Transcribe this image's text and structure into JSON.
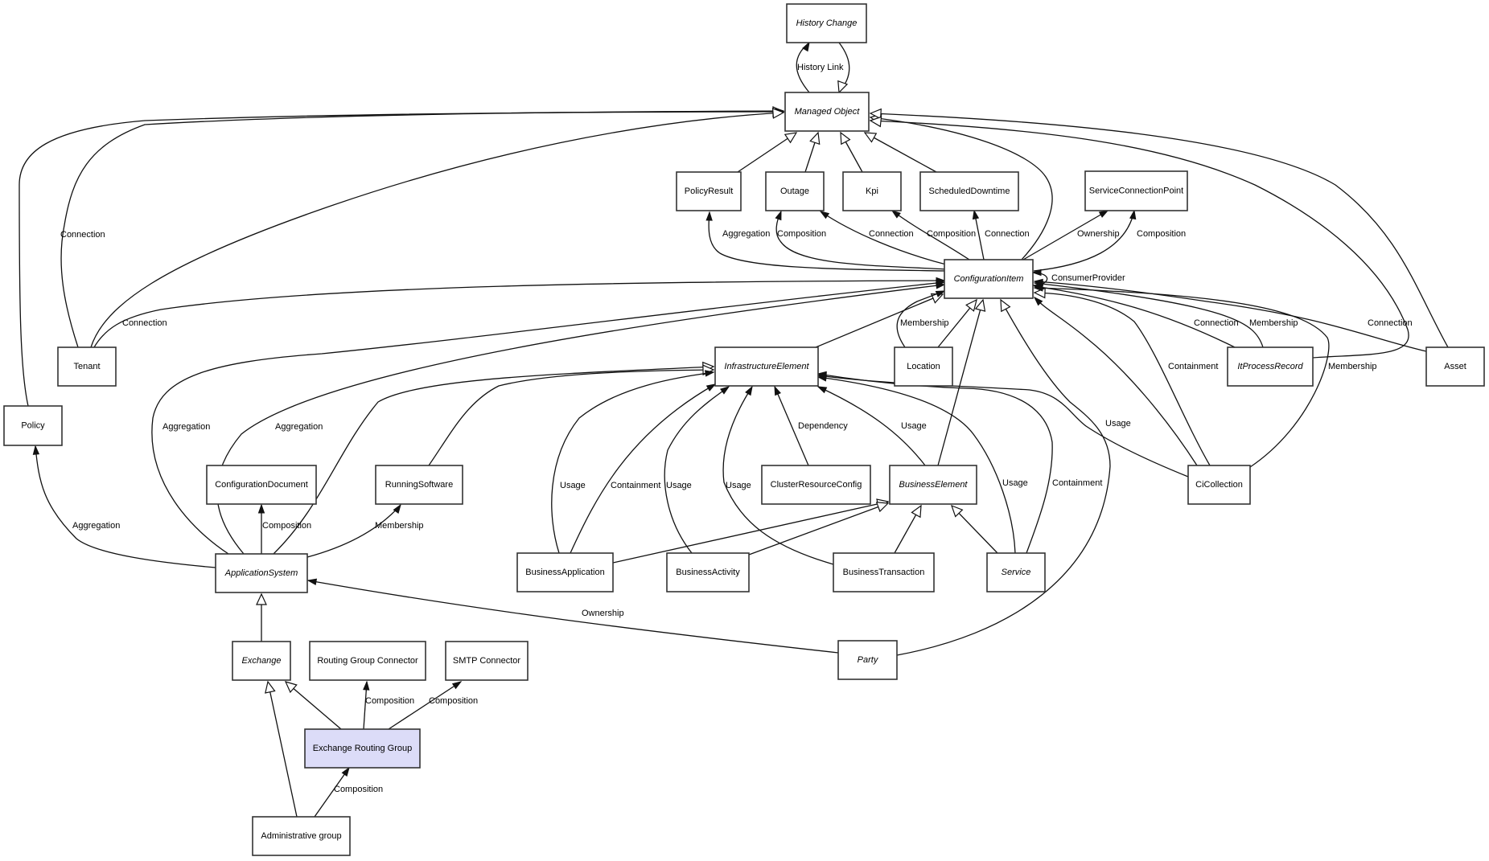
{
  "diagram": {
    "type": "uml-class-relationship-graph",
    "highlight_color": "#dcdcf8",
    "nodes": [
      {
        "id": "history-change",
        "label": "History Change",
        "abstract": true
      },
      {
        "id": "managed-object",
        "label": "Managed Object",
        "abstract": true
      },
      {
        "id": "policy-result",
        "label": "PolicyResult",
        "abstract": false
      },
      {
        "id": "outage",
        "label": "Outage",
        "abstract": false
      },
      {
        "id": "kpi",
        "label": "Kpi",
        "abstract": false
      },
      {
        "id": "scheduled-downtime",
        "label": "ScheduledDowntime",
        "abstract": false
      },
      {
        "id": "service-connection-point",
        "label": "ServiceConnectionPoint",
        "abstract": false
      },
      {
        "id": "configuration-item",
        "label": "ConfigurationItem",
        "abstract": true
      },
      {
        "id": "tenant",
        "label": "Tenant",
        "abstract": false
      },
      {
        "id": "infrastructure-element",
        "label": "InfrastructureElement",
        "abstract": true
      },
      {
        "id": "location",
        "label": "Location",
        "abstract": false
      },
      {
        "id": "it-process-record",
        "label": "ItProcessRecord",
        "abstract": true
      },
      {
        "id": "asset",
        "label": "Asset",
        "abstract": false
      },
      {
        "id": "policy",
        "label": "Policy",
        "abstract": false
      },
      {
        "id": "configuration-document",
        "label": "ConfigurationDocument",
        "abstract": false
      },
      {
        "id": "running-software",
        "label": "RunningSoftware",
        "abstract": false
      },
      {
        "id": "cluster-resource-config",
        "label": "ClusterResourceConfig",
        "abstract": false
      },
      {
        "id": "business-element",
        "label": "BusinessElement",
        "abstract": true
      },
      {
        "id": "ci-collection",
        "label": "CiCollection",
        "abstract": false
      },
      {
        "id": "application-system",
        "label": "ApplicationSystem",
        "abstract": true
      },
      {
        "id": "business-application",
        "label": "BusinessApplication",
        "abstract": false
      },
      {
        "id": "business-activity",
        "label": "BusinessActivity",
        "abstract": false
      },
      {
        "id": "business-transaction",
        "label": "BusinessTransaction",
        "abstract": false
      },
      {
        "id": "service",
        "label": "Service",
        "abstract": true
      },
      {
        "id": "exchange",
        "label": "Exchange",
        "abstract": true
      },
      {
        "id": "routing-group-connector",
        "label": "Routing Group Connector",
        "abstract": false
      },
      {
        "id": "smtp-connector",
        "label": "SMTP Connector",
        "abstract": false
      },
      {
        "id": "party",
        "label": "Party",
        "abstract": true
      },
      {
        "id": "exchange-routing-group",
        "label": "Exchange Routing Group",
        "abstract": false,
        "highlighted": true
      },
      {
        "id": "administrative-group",
        "label": "Administrative group",
        "abstract": false
      }
    ],
    "edges": [
      {
        "from": "managed-object",
        "to": "history-change",
        "kind": "association",
        "label": "History Link"
      },
      {
        "from": "history-change",
        "to": "managed-object",
        "kind": "inheritance",
        "label": ""
      },
      {
        "from": "policy-result",
        "to": "managed-object",
        "kind": "inheritance",
        "label": ""
      },
      {
        "from": "outage",
        "to": "managed-object",
        "kind": "inheritance",
        "label": ""
      },
      {
        "from": "kpi",
        "to": "managed-object",
        "kind": "inheritance",
        "label": ""
      },
      {
        "from": "scheduled-downtime",
        "to": "managed-object",
        "kind": "inheritance",
        "label": ""
      },
      {
        "from": "configuration-item",
        "to": "managed-object",
        "kind": "inheritance",
        "label": ""
      },
      {
        "from": "asset",
        "to": "managed-object",
        "kind": "inheritance",
        "label": ""
      },
      {
        "from": "it-process-record",
        "to": "managed-object",
        "kind": "inheritance",
        "label": ""
      },
      {
        "from": "policy",
        "to": "managed-object",
        "kind": "inheritance",
        "label": ""
      },
      {
        "from": "tenant",
        "to": "managed-object",
        "kind": "association",
        "label": "Connection"
      },
      {
        "from": "tenant",
        "to": "managed-object",
        "kind": "inheritance",
        "label": ""
      },
      {
        "from": "configuration-item",
        "to": "policy-result",
        "kind": "association",
        "label": "Aggregation"
      },
      {
        "from": "configuration-item",
        "to": "outage",
        "kind": "association",
        "label": "Composition"
      },
      {
        "from": "configuration-item",
        "to": "outage",
        "kind": "association",
        "label": "Connection"
      },
      {
        "from": "configuration-item",
        "to": "kpi",
        "kind": "association",
        "label": "Composition"
      },
      {
        "from": "configuration-item",
        "to": "scheduled-downtime",
        "kind": "association",
        "label": "Connection"
      },
      {
        "from": "configuration-item",
        "to": "service-connection-point",
        "kind": "association",
        "label": "Ownership"
      },
      {
        "from": "configuration-item",
        "to": "service-connection-point",
        "kind": "association",
        "label": "Composition"
      },
      {
        "from": "configuration-item",
        "to": "configuration-item",
        "kind": "association",
        "label": "ConsumerProvider"
      },
      {
        "from": "tenant",
        "to": "configuration-item",
        "kind": "association",
        "label": "Connection"
      },
      {
        "from": "application-system",
        "to": "configuration-item",
        "kind": "association",
        "label": "Aggregation"
      },
      {
        "from": "application-system",
        "to": "configuration-item",
        "kind": "association",
        "label": "Aggregation"
      },
      {
        "from": "infrastructure-element",
        "to": "configuration-item",
        "kind": "inheritance",
        "label": ""
      },
      {
        "from": "location",
        "to": "configuration-item",
        "kind": "association",
        "label": "Membership"
      },
      {
        "from": "location",
        "to": "configuration-item",
        "kind": "inheritance",
        "label": ""
      },
      {
        "from": "business-element",
        "to": "configuration-item",
        "kind": "inheritance",
        "label": ""
      },
      {
        "from": "party",
        "to": "configuration-item",
        "kind": "inheritance",
        "label": ""
      },
      {
        "from": "it-process-record",
        "to": "configuration-item",
        "kind": "association",
        "label": "Connection"
      },
      {
        "from": "it-process-record",
        "to": "configuration-item",
        "kind": "association",
        "label": "Membership"
      },
      {
        "from": "asset",
        "to": "configuration-item",
        "kind": "association",
        "label": "Connection"
      },
      {
        "from": "ci-collection",
        "to": "configuration-item",
        "kind": "association",
        "label": "Containment"
      },
      {
        "from": "ci-collection",
        "to": "configuration-item",
        "kind": "inheritance",
        "label": ""
      },
      {
        "from": "ci-collection",
        "to": "configuration-item",
        "kind": "association",
        "label": "Membership"
      },
      {
        "from": "application-system",
        "to": "infrastructure-element",
        "kind": "inheritance",
        "label": ""
      },
      {
        "from": "running-software",
        "to": "infrastructure-element",
        "kind": "inheritance",
        "label": ""
      },
      {
        "from": "business-application",
        "to": "infrastructure-element",
        "kind": "association",
        "label": "Usage"
      },
      {
        "from": "business-application",
        "to": "infrastructure-element",
        "kind": "association",
        "label": "Containment"
      },
      {
        "from": "business-activity",
        "to": "infrastructure-element",
        "kind": "association",
        "label": "Usage"
      },
      {
        "from": "business-transaction",
        "to": "infrastructure-element",
        "kind": "association",
        "label": "Usage"
      },
      {
        "from": "cluster-resource-config",
        "to": "infrastructure-element",
        "kind": "association",
        "label": "Dependency"
      },
      {
        "from": "business-element",
        "to": "infrastructure-element",
        "kind": "association",
        "label": "Usage"
      },
      {
        "from": "service",
        "to": "infrastructure-element",
        "kind": "association",
        "label": "Usage"
      },
      {
        "from": "service",
        "to": "infrastructure-element",
        "kind": "association",
        "label": "Containment"
      },
      {
        "from": "ci-collection",
        "to": "infrastructure-element",
        "kind": "association",
        "label": "Usage"
      },
      {
        "from": "application-system",
        "to": "configuration-document",
        "kind": "association",
        "label": "Composition"
      },
      {
        "from": "application-system",
        "to": "running-software",
        "kind": "association",
        "label": "Membership"
      },
      {
        "from": "application-system",
        "to": "policy",
        "kind": "association",
        "label": "Aggregation"
      },
      {
        "from": "business-application",
        "to": "business-element",
        "kind": "inheritance",
        "label": ""
      },
      {
        "from": "business-activity",
        "to": "business-element",
        "kind": "inheritance",
        "label": ""
      },
      {
        "from": "business-transaction",
        "to": "business-element",
        "kind": "inheritance",
        "label": ""
      },
      {
        "from": "service",
        "to": "business-element",
        "kind": "inheritance",
        "label": ""
      },
      {
        "from": "party",
        "to": "application-system",
        "kind": "association",
        "label": "Ownership"
      },
      {
        "from": "exchange",
        "to": "application-system",
        "kind": "inheritance",
        "label": ""
      },
      {
        "from": "exchange-routing-group",
        "to": "exchange",
        "kind": "inheritance",
        "label": ""
      },
      {
        "from": "exchange-routing-group",
        "to": "routing-group-connector",
        "kind": "association",
        "label": "Composition"
      },
      {
        "from": "exchange-routing-group",
        "to": "smtp-connector",
        "kind": "association",
        "label": "Composition"
      },
      {
        "from": "administrative-group",
        "to": "exchange",
        "kind": "inheritance",
        "label": ""
      },
      {
        "from": "administrative-group",
        "to": "exchange-routing-group",
        "kind": "association",
        "label": "Composition"
      }
    ]
  }
}
